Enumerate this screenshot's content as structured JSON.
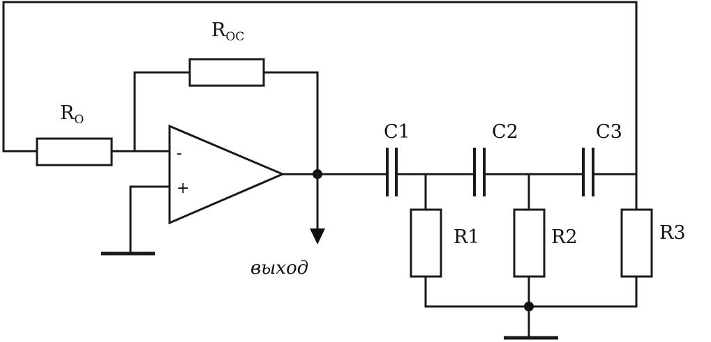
{
  "labels": {
    "r_oc_main": "R",
    "r_oc_sub": "OC",
    "r_o_main": "R",
    "r_o_sub": "O",
    "c1": "C1",
    "c2": "C2",
    "c3": "C3",
    "r1": "R1",
    "r2": "R2",
    "r3": "R3",
    "minus": "-",
    "plus": "+",
    "output": "выход"
  }
}
